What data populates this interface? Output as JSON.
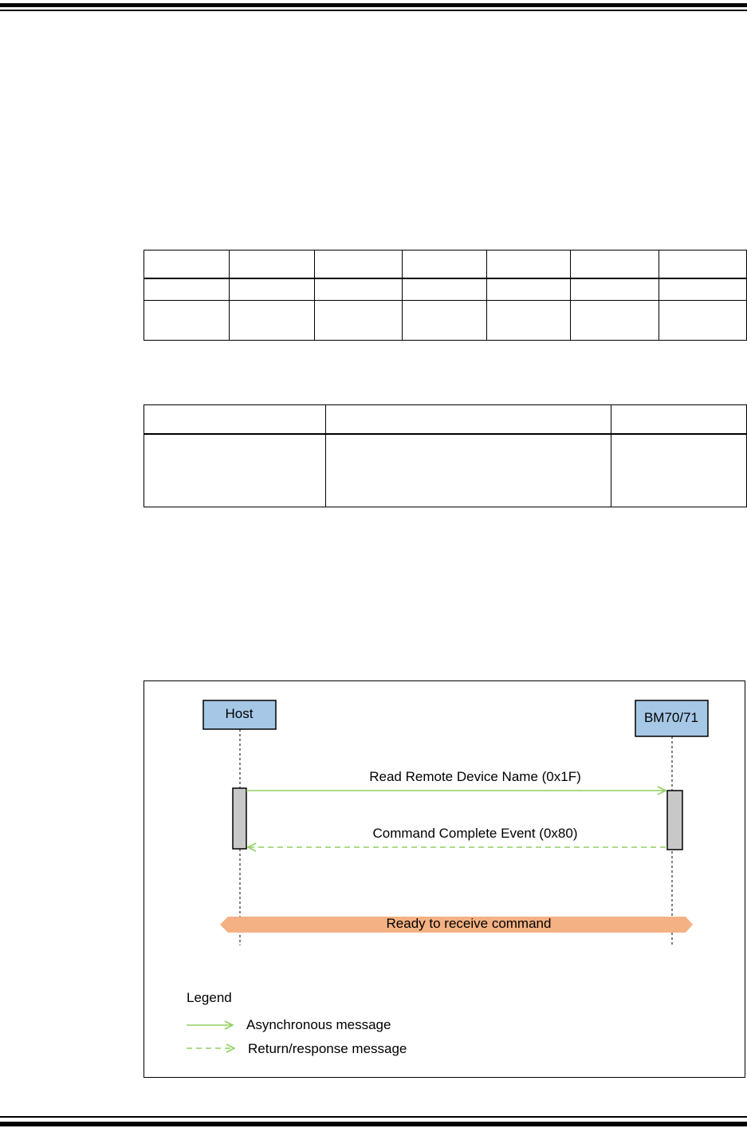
{
  "diagram": {
    "participants": [
      {
        "id": "host",
        "label": "Host"
      },
      {
        "id": "bm",
        "label": "BM70/71"
      }
    ],
    "messages": [
      {
        "label": "Read Remote Device Name (0x1F)",
        "from": "host",
        "to": "bm",
        "style": "solid"
      },
      {
        "label": "Command Complete Event (0x80)",
        "from": "bm",
        "to": "host",
        "style": "dashed"
      }
    ],
    "state_banner": "Ready to receive command",
    "legend": {
      "title": "Legend",
      "items": [
        {
          "style": "solid",
          "label": "Asynchronous message"
        },
        {
          "style": "dashed",
          "label": "Return/response message"
        }
      ]
    }
  },
  "colors": {
    "participant_fill": "#a6c8e6",
    "arrow": "#8fd160",
    "activation_fill": "#c8c8c8",
    "banner_fill": "#f4b183"
  }
}
